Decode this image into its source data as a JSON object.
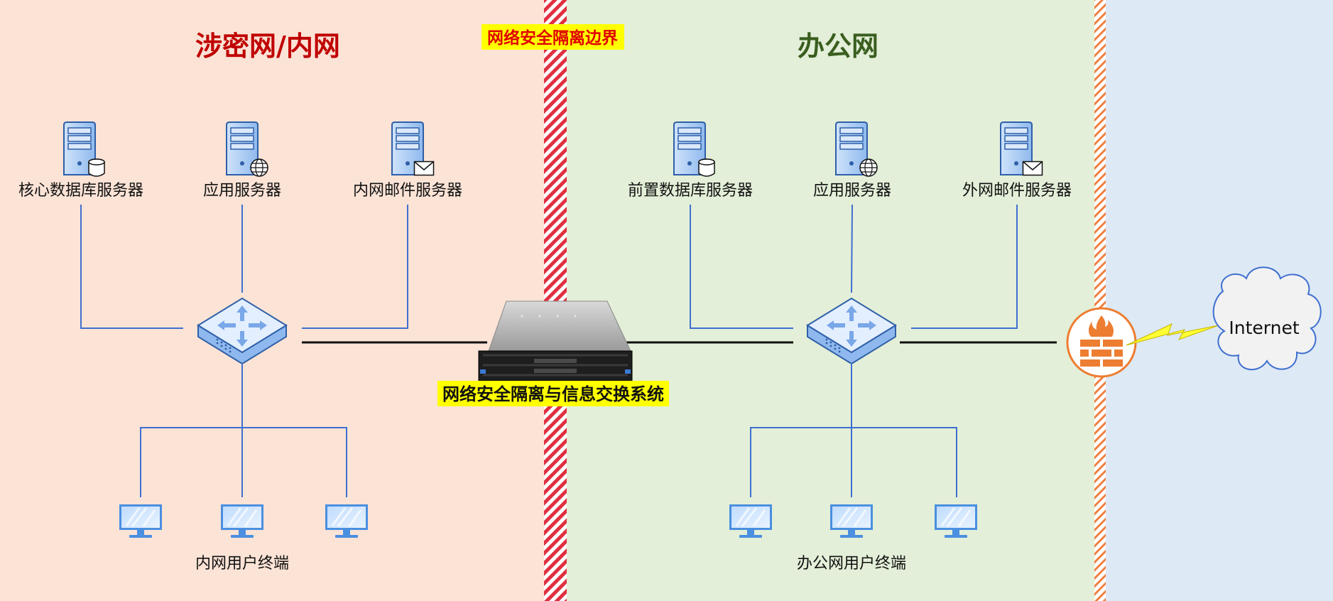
{
  "zones": {
    "inner": {
      "title": "涉密网/内网",
      "title_color": "#c00000",
      "bg": "#fbe3d6"
    },
    "office": {
      "title": "办公网",
      "title_color": "#3a5e1f",
      "bg": "#e3efd8"
    },
    "outer": {
      "bg": "#dde9f5"
    }
  },
  "boundary_label": "网络安全隔离边界",
  "gatekeeper_label": "网络安全隔离与信息交换系统",
  "highlight_color": "#ffff00",
  "inner": {
    "servers": [
      "核心数据库服务器",
      "应用服务器",
      "内网邮件服务器"
    ],
    "terminals_label": "内网用户终端"
  },
  "office": {
    "servers": [
      "前置数据库服务器",
      "应用服务器",
      "外网邮件服务器"
    ],
    "terminals_label": "办公网用户终端"
  },
  "internet_label": "Internet",
  "colors": {
    "line": "#3f6fd0",
    "firewall": "#ed7d31",
    "bolt": "#ffff33",
    "hatch_red": "#e03040",
    "hatch_orange": "#f08040"
  }
}
